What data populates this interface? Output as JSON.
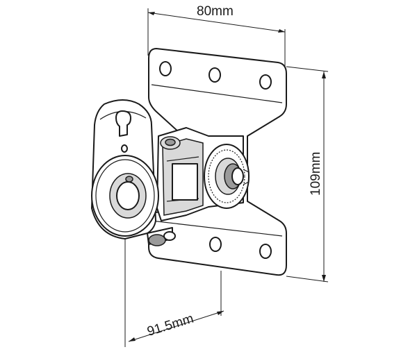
{
  "figure": {
    "subject": "wall-mount-bracket",
    "dimensions": {
      "width": "80mm",
      "height": "109mm",
      "extension": "91.5mm"
    }
  }
}
